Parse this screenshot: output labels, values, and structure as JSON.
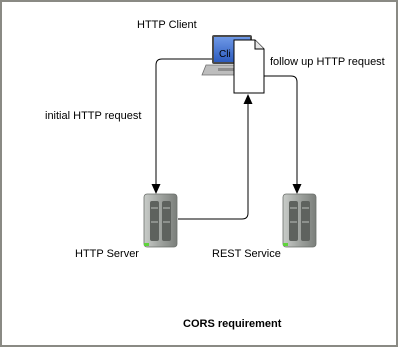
{
  "labels": {
    "client": "HTTP Client",
    "follow_up": "follow up HTTP request",
    "initial": "initial HTTP request",
    "server": "HTTP Server",
    "rest": "REST Service",
    "caption": "CORS requirement",
    "laptop_text": "Cli"
  },
  "colors": {
    "frame_border": "#8a8a84",
    "line": "#000000",
    "laptop_screen": "#3b6fd1",
    "server_body": "#a5aaa5",
    "led": "#5fd33b"
  },
  "icons": {
    "client": "laptop-icon",
    "document": "document-icon",
    "server": "server-tower-icon",
    "rest": "server-tower-icon"
  }
}
